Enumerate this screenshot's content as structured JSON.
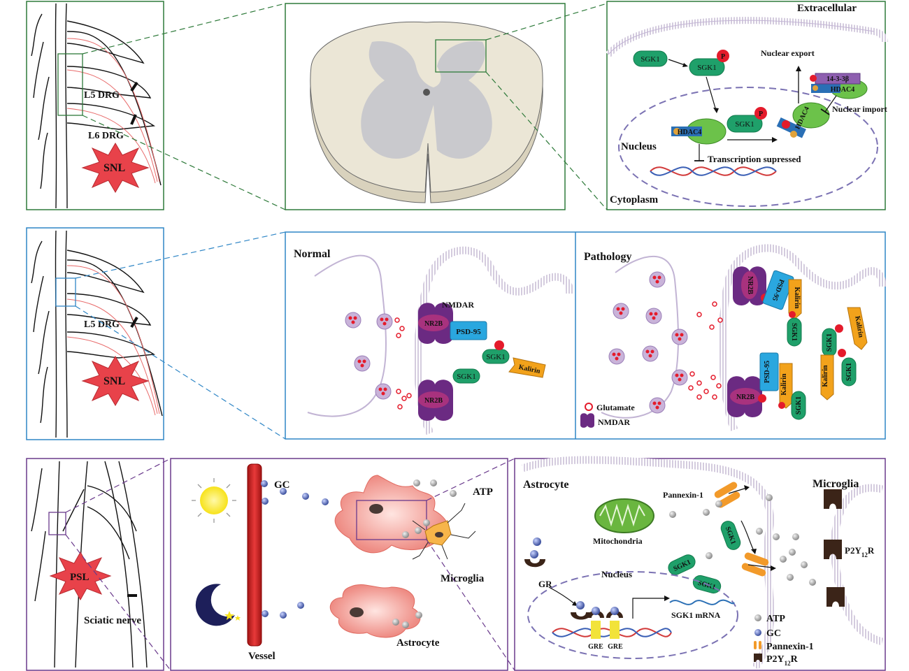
{
  "colors": {
    "row1_frame": "#2e7a3a",
    "row2_frame": "#2f86c6",
    "row3_frame": "#6a3a8c",
    "sgk1": "#1fa06a",
    "phospho": "#e41b2b",
    "hdac4": "#6cc24a",
    "membrane": "#b8a9c9",
    "nucleus_dash": "#7b72b3",
    "snl_star": "#e8424a",
    "psd95": "#2aa7df",
    "kalirin": "#f2a21b",
    "nmdar": "#6b2a82",
    "nr2b": "#a8327e",
    "vessel": "#d42a2a",
    "astrocyte": "#f2a9a3",
    "atp": "#a0a0a0",
    "gc": "#3a4e9c",
    "pannexin": "#f29a2a",
    "p2y12r": "#3b2418",
    "sun": "#f7e21a",
    "moon": "#1d1f5a"
  },
  "row1": {
    "drg_l5": "L5 DRG",
    "drg_l6": "L6 DRG",
    "snl": "SNL",
    "extracellular": "Extracellular",
    "cytoplasm": "Cytoplasm",
    "nucleus": "Nucleus",
    "sgk1": "SGK1",
    "p": "P",
    "hdac4": "HDAC4",
    "nuclear_export": "Nuclear export",
    "nuclear_import": "Nuclear import",
    "protein_1433": "14-3-3β",
    "transcription": "Transcription supressed"
  },
  "row2": {
    "drg_l5": "L5 DRG",
    "snl": "SNL",
    "normal": "Normal",
    "pathology": "Pathology",
    "nmdar": "NMDAR",
    "nr2b": "NR2B",
    "psd95": "PSD-95",
    "sgk1": "SGK1",
    "kalirin": "Kalirin",
    "legend_glutamate": "Glutamate",
    "legend_nmdar": "NMDAR"
  },
  "row3": {
    "psl": "PSL",
    "sciatic": "Sciatic nerve",
    "gc": "GC",
    "atp": "ATP",
    "vessel": "Vessel",
    "microglia_mid": "Microglia",
    "astrocyte_mid": "Astrocyte",
    "astrocyte": "Astrocyte",
    "microglia": "Microglia",
    "pannexin": "Pannexin-1",
    "mitochondria": "Mitochondria",
    "nucleus": "Nucleus",
    "gr": "GR",
    "gre": "GRE",
    "sgk1": "SGK1",
    "sgk1_mrna": "SGK1 mRNA",
    "p2y12r": "P2Y",
    "p2y12r_sub": "12",
    "p2y12r_tail": "R",
    "legend_atp": "ATP",
    "legend_gc": "GC",
    "legend_pannexin": "Pannexin-1",
    "legend_p2y": "P2Y",
    "legend_p2y_sub": "12",
    "legend_p2y_tail": "R"
  }
}
